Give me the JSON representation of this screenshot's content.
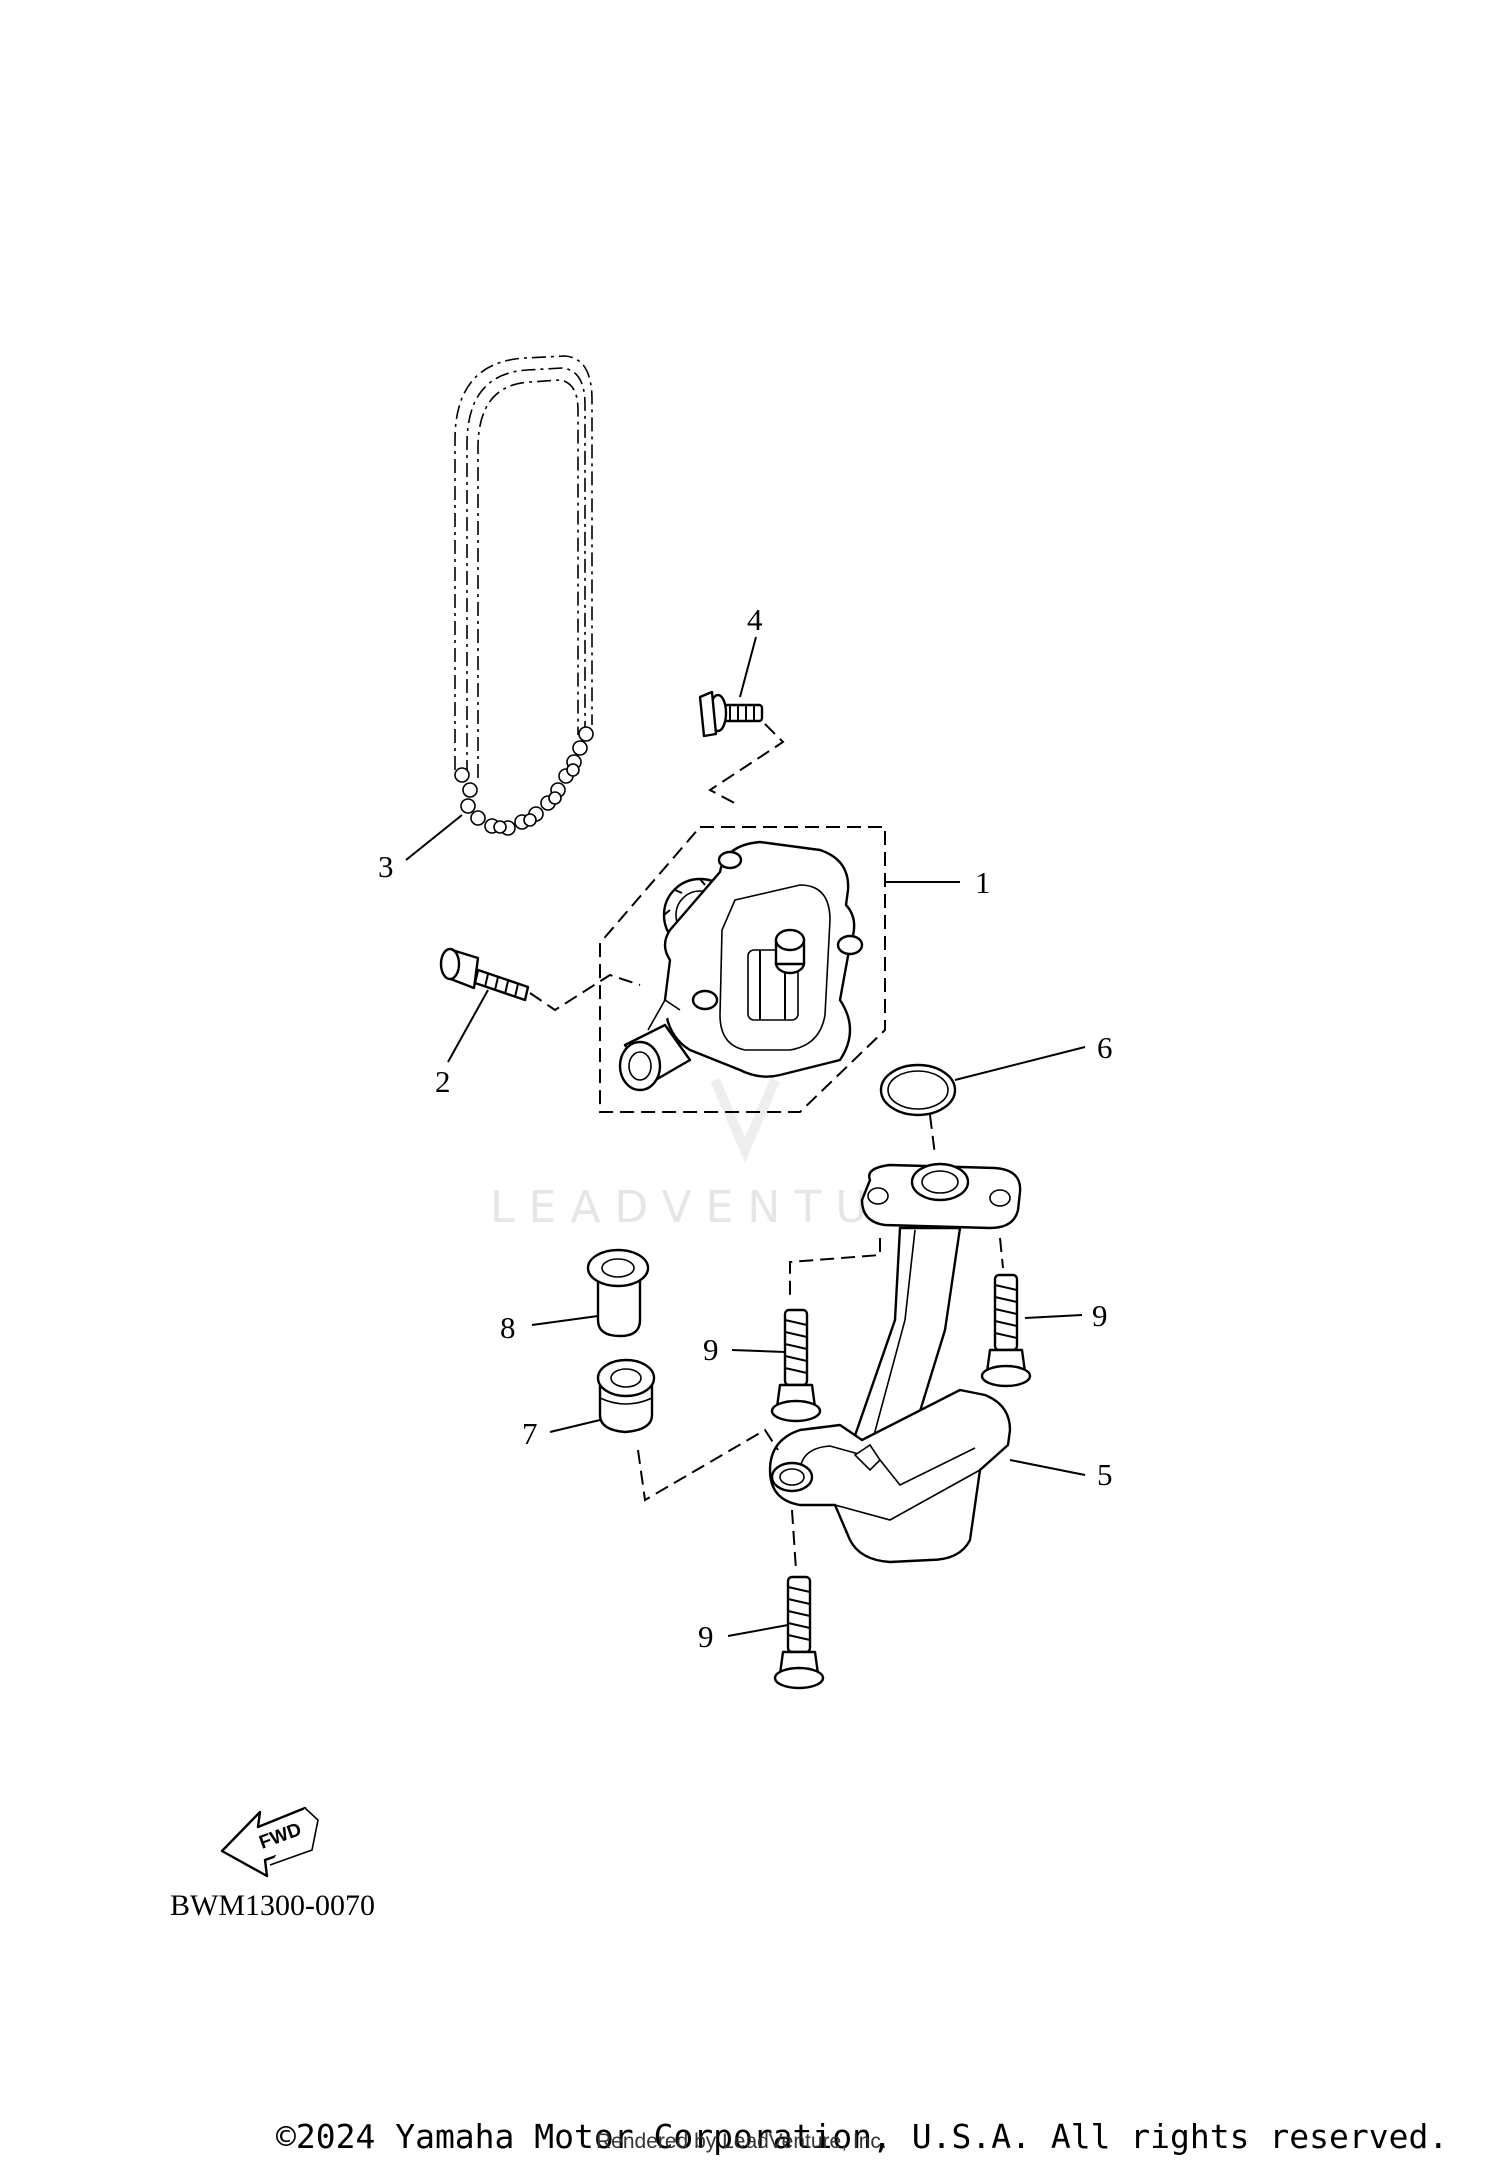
{
  "callouts": {
    "c1": "1",
    "c2": "2",
    "c3": "3",
    "c4": "4",
    "c5": "5",
    "c6": "6",
    "c7": "7",
    "c8": "8",
    "c9a": "9",
    "c9b": "9",
    "c9c": "9"
  },
  "fwd_label": "FWD",
  "diagram_code": "BWM1300-0070",
  "watermark": "LEADVENTURE",
  "copyright": "©2024 Yamaha Motor Corporation, U.S.A. All rights reserved.",
  "rendered_by": "Rendered by LeadVenture, Inc."
}
